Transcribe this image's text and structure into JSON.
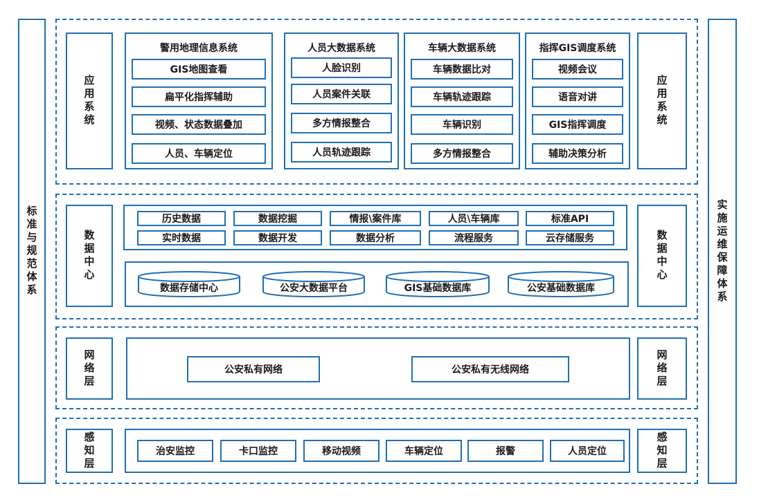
{
  "left_bar": "标准与规范体系",
  "right_bar": "实施运维保障体系",
  "app_layer": {
    "side_label": "应用系统",
    "groups": [
      {
        "title": "警用地理信息系统",
        "items": [
          "GIS地图查看",
          "扁平化指挥辅助",
          "视频、状态数据叠加",
          "人员、车辆定位"
        ]
      },
      {
        "title": "人员大数据系统",
        "items": [
          "人脸识别",
          "人员案件关联",
          "多方情报整合",
          "人员轨迹跟踪"
        ]
      },
      {
        "title": "车辆大数据系统",
        "items": [
          "车辆数据比对",
          "车辆轨迹跟踪",
          "车辆识别",
          "多方情报整合"
        ]
      },
      {
        "title": "指挥GIS调度系统",
        "items": [
          "视频会议",
          "语音对讲",
          "GIS指挥调度",
          "辅助决策分析"
        ]
      }
    ]
  },
  "data_layer": {
    "side_label": "数据中心",
    "row1": [
      "历史数据",
      "数据挖掘",
      "情报\\案件库",
      "人员\\车辆库",
      "标准API"
    ],
    "row2": [
      "实时数据",
      "数据开发",
      "数据分析",
      "流程服务",
      "云存储服务"
    ],
    "stores": [
      "数据存储中心",
      "公安大数据平台",
      "GIS基础数据库",
      "公安基础数据库"
    ]
  },
  "network_layer": {
    "side_label": "网络层",
    "items": [
      "公安私有网络",
      "公安私有无线网络"
    ]
  },
  "sensing_layer": {
    "side_label": "感知层",
    "items": [
      "治安监控",
      "卡口监控",
      "移动视频",
      "车辆定位",
      "报警",
      "人员定位"
    ]
  }
}
